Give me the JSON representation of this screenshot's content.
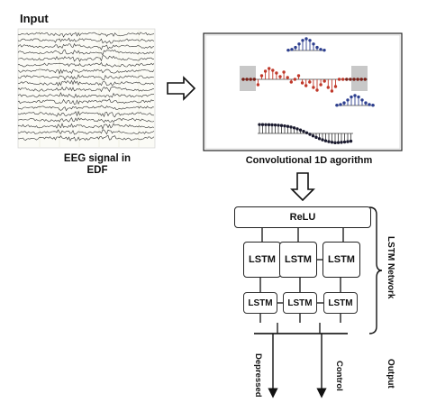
{
  "labels": {
    "input": "Input",
    "eeg_caption_line1": "EEG signal in",
    "eeg_caption_line2": "EDF",
    "conv_caption": "Convolutional 1D agorithm",
    "relu": "ReLU",
    "lstm": "LSTM",
    "lstm_network": "LSTM Network",
    "output": "Output",
    "depressed": "Depressed",
    "control": "Control"
  },
  "colors": {
    "stroke": "#222222",
    "stem_red": "#c0392b",
    "stem_blue": "#2c3e8f",
    "highlight_box": "#c8c8c8"
  }
}
